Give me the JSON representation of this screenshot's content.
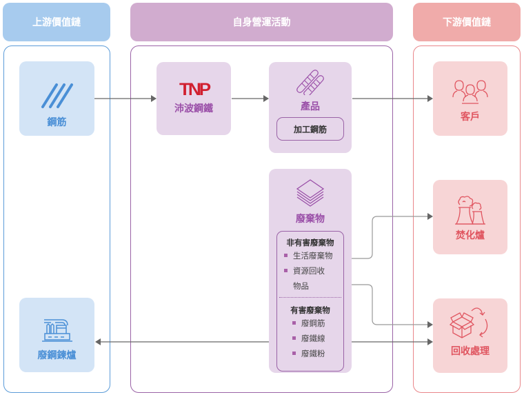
{
  "columns": {
    "upstream": {
      "title": "上游價值鏈"
    },
    "own_ops": {
      "title": "自身營運活動"
    },
    "downstream": {
      "title": "下游價值鏈"
    }
  },
  "nodes": {
    "rebar": {
      "label": "鋼筋",
      "icon": "rebar-lines-icon"
    },
    "scrap_furnace": {
      "label": "廢鋼鍊爐",
      "icon": "factory-icon"
    },
    "company": {
      "label": "沛波鋼鐵",
      "logo_text": "TNP"
    },
    "products": {
      "label": "產品",
      "icon": "steel-bars-icon",
      "items": [
        "加工鋼筋"
      ]
    },
    "waste": {
      "label": "廢棄物",
      "icon": "layers-icon",
      "non_hazardous": {
        "title": "非有害廢棄物",
        "items": [
          "生活廢棄物",
          "資源回收",
          "物品"
        ]
      },
      "hazardous": {
        "title": "有害廢棄物",
        "items": [
          "廢鋼筋",
          "廢鐵線",
          "廢鐵粉"
        ]
      }
    },
    "customers": {
      "label": "客戶",
      "icon": "people-icon"
    },
    "incinerator": {
      "label": "焚化爐",
      "icon": "cooling-tower-icon"
    },
    "recycling": {
      "label": "回收處理",
      "icon": "recycle-box-icon"
    }
  },
  "colors": {
    "upstream_header": "#a7cbee",
    "own_header": "#d1accf",
    "downstream_header": "#f0abaa",
    "logo_red": "#d12030",
    "arrow": "#666666"
  }
}
